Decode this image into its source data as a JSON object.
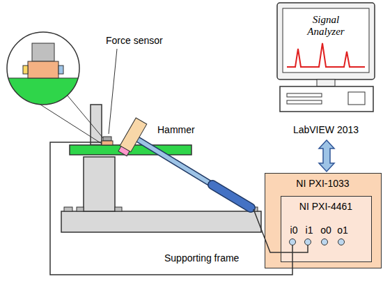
{
  "diagram": {
    "nodes": [
      {
        "text": [
          "Signal Analyzer",
          "LabVIEW 2013"
        ]
      },
      {
        "text": [
          "NI PXI-1033"
        ]
      },
      {
        "text": [
          "NI PXI-4461"
        ],
        "in": 1
      }
    ],
    "edges": [
      {
        "from": 0,
        "to": 1,
        "arrow": "both"
      }
    ],
    "labels": [
      "Force sensor",
      "Hammer",
      "Supporting frame",
      "i0",
      "i1",
      "o0",
      "o1"
    ]
  }
}
